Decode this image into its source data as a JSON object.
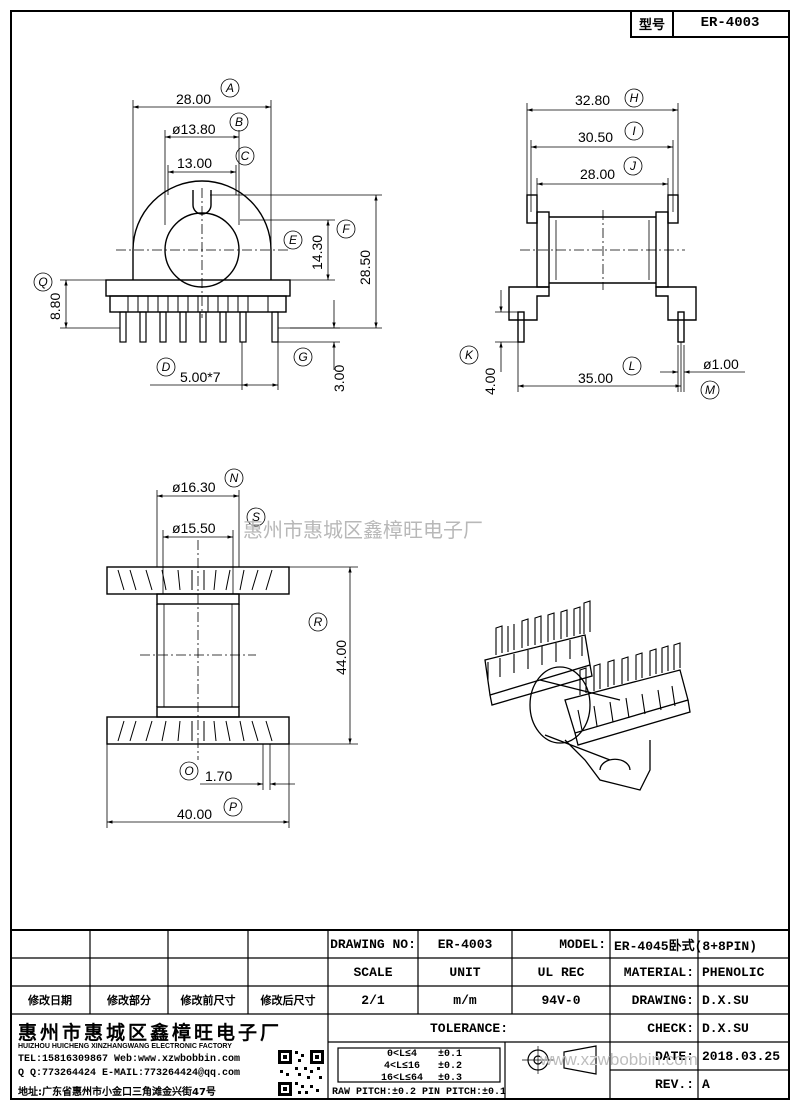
{
  "header": {
    "model_label": "型号",
    "model_value": "ER-4003"
  },
  "watermark": "惠州市惠城区鑫樟旺电子厂",
  "top_view": {
    "dims": {
      "a": "28.00",
      "b": "ø13.80",
      "c": "13.00",
      "e": "14.30",
      "f": "28.50",
      "q": "8.80",
      "d": "5.00*7",
      "g": "3.00"
    },
    "letters": {
      "a": "A",
      "b": "B",
      "c": "C",
      "d": "D",
      "e": "E",
      "f": "F",
      "g": "G",
      "q": "Q"
    }
  },
  "side_view": {
    "dims": {
      "h": "32.80",
      "i": "30.50",
      "j": "28.00",
      "k": "4.00",
      "l": "35.00",
      "m": "ø1.00"
    },
    "letters": {
      "h": "H",
      "i": "I",
      "j": "J",
      "k": "K",
      "l": "L",
      "m": "M"
    }
  },
  "front_view": {
    "dims": {
      "n": "ø16.30",
      "s": "ø15.50",
      "r": "44.00",
      "o": "1.70",
      "p": "40.00"
    },
    "letters": {
      "n": "N",
      "s": "S",
      "r": "R",
      "o": "O",
      "p": "P"
    }
  },
  "title_block": {
    "revision_headers": [
      "修改日期",
      "修改部分",
      "修改前尺寸",
      "修改后尺寸"
    ],
    "drawing_no_label": "DRAWING NO:",
    "drawing_no": "ER-4003",
    "model_label": "MODEL:",
    "model": "ER-4045卧式(8+8PIN)",
    "scale_label": "SCALE",
    "unit_label": "UNIT",
    "ul_rec_label": "UL REC",
    "material_label": "MATERIAL:",
    "material": "PHENOLIC",
    "scale": "2/1",
    "unit": "m/m",
    "ul_rec": "94V-0",
    "drawing_label": "DRAWING:",
    "drawing_by": "D.X.SU",
    "check_label": "CHECK:",
    "check_by": "D.X.SU",
    "date_label": "DATE:",
    "date": "2018.03.25",
    "rev_label": "REV.:",
    "rev": "A",
    "tolerance_label": "TOLERANCE:",
    "tolerances": [
      {
        "range": "0<L≤4",
        "tol": "±0.1"
      },
      {
        "range": "4<L≤16",
        "tol": "±0.2"
      },
      {
        "range": "16<L≤64",
        "tol": "±0.3"
      }
    ],
    "pitch_note": "RAW PITCH:±0.2 PIN PITCH:±0.1",
    "company_name": "惠州市惠城区鑫樟旺电子厂",
    "company_en": "HUIZHOU HUICHENG XINZHANGWANG ELECTRONIC FACTORY",
    "tel_web": "TEL:15816309867 Web:www.xzwbobbin.com",
    "qq_mail": "Q Q:773264424 E-MAIL:773264424@qq.com",
    "address": "地址:广东省惠州市小金口三角滩金兴街47号",
    "site_watermark": "www.xzwbobbin.com"
  }
}
